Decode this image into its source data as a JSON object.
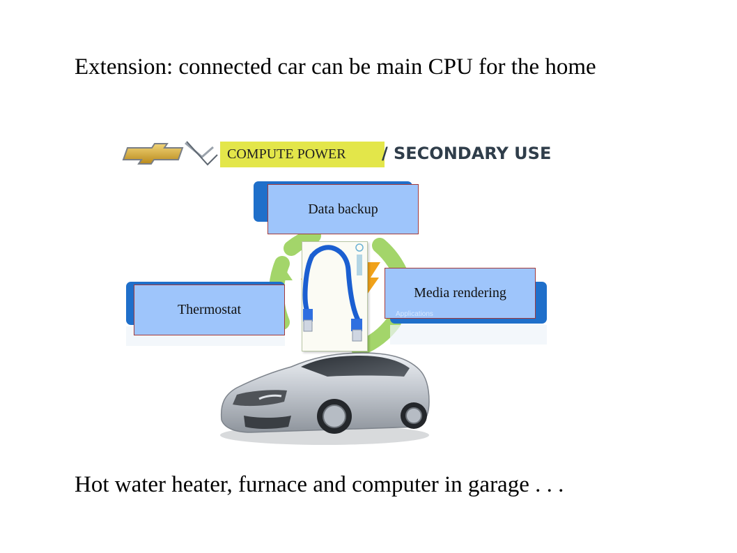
{
  "slide": {
    "title": "Extension: connected car can be main CPU for the home",
    "footer": "Hot water heater, furnace and computer in garage . . ."
  },
  "diagram": {
    "compute_label": "COMPUTE POWER",
    "secondary_title": "SECONDARY USE",
    "secondary_slash": "/",
    "boxes": {
      "data_backup": "Data backup",
      "media_rendering": "Media rendering",
      "thermostat": "Thermostat"
    },
    "app_caption": "Applications"
  },
  "colors": {
    "box_fill": "#9ec5fb",
    "box_border": "#a23a3a",
    "compute_fill": "#e3e64a",
    "cycle_green": "#9ccf62",
    "blue_bar": "#1f6fca",
    "car_silver": "#c7ccd3"
  },
  "icons": [
    "chevrolet-logo-icon",
    "volt-logo-icon",
    "ethernet-cable-icon",
    "lightning-bolt-icon",
    "cycle-arrows-icon",
    "car-image"
  ]
}
